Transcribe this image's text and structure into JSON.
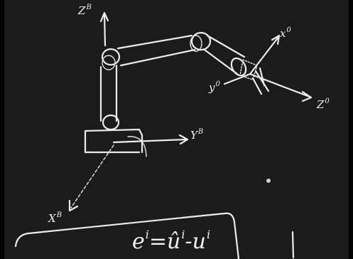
{
  "diagram": {
    "base_frame": {
      "z_axis": {
        "letter": "Z",
        "index": "B"
      },
      "y_axis": {
        "letter": "Y",
        "index": "B"
      },
      "x_axis": {
        "letter": "X",
        "index": "B"
      }
    },
    "tool_frame": {
      "x_axis": {
        "letter": "x",
        "index": "0"
      },
      "y_axis": {
        "letter": "y",
        "index": "0"
      },
      "z_axis": {
        "letter": "Z",
        "index": "0"
      }
    },
    "equation": {
      "lhs": "e",
      "lhs_sup": "i",
      "eq": "=",
      "term1": "û",
      "term1_sup": "i",
      "op": "-",
      "term2": "u",
      "term2_sup": "i"
    }
  }
}
